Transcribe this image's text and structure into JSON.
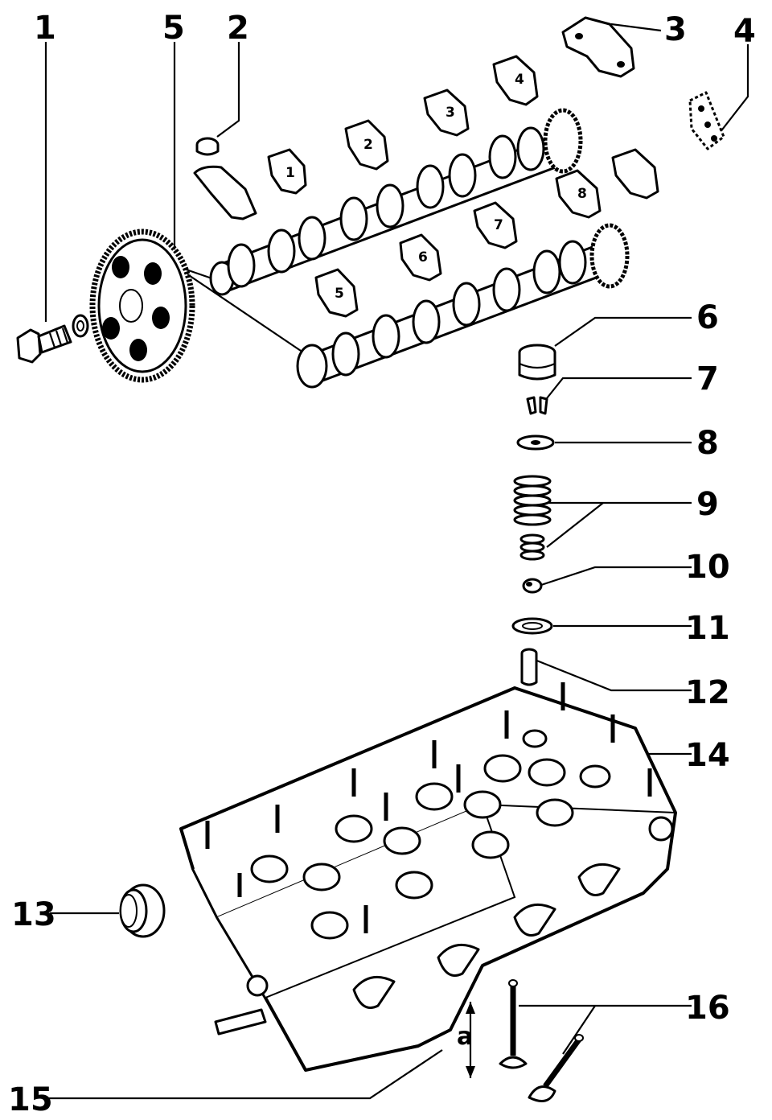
{
  "diagram": {
    "callouts": [
      {
        "id": "c1",
        "label": "1"
      },
      {
        "id": "c2",
        "label": "2"
      },
      {
        "id": "c3",
        "label": "3"
      },
      {
        "id": "c4",
        "label": "4"
      },
      {
        "id": "c5",
        "label": "5"
      },
      {
        "id": "c6",
        "label": "6"
      },
      {
        "id": "c7",
        "label": "7"
      },
      {
        "id": "c8",
        "label": "8"
      },
      {
        "id": "c9",
        "label": "9"
      },
      {
        "id": "c10",
        "label": "10"
      },
      {
        "id": "c11",
        "label": "11"
      },
      {
        "id": "c12",
        "label": "12"
      },
      {
        "id": "c13",
        "label": "13"
      },
      {
        "id": "c14",
        "label": "14"
      },
      {
        "id": "c15",
        "label": "15"
      },
      {
        "id": "c16",
        "label": "16"
      }
    ],
    "dimension_label": "a",
    "bearing_cap_numbers": [
      "1",
      "2",
      "3",
      "4",
      "5",
      "6",
      "7",
      "8"
    ]
  }
}
